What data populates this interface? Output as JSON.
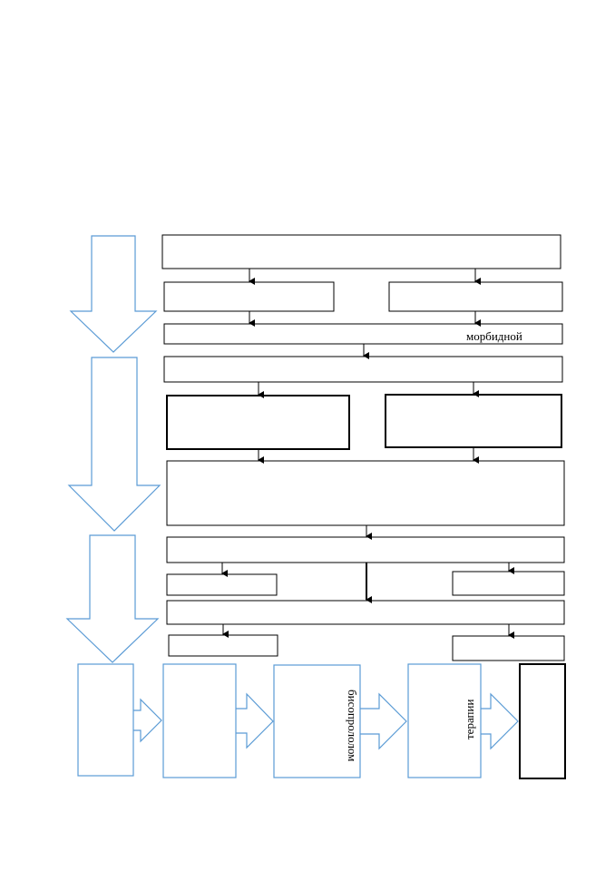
{
  "colors": {
    "outline_blue": "#5b9bd5",
    "box_black": "#000000",
    "background": "#ffffff"
  },
  "labels": {
    "row3_right": "морбидной",
    "bottom_box3": "бисопрололом",
    "bottom_box4": "терапии"
  }
}
